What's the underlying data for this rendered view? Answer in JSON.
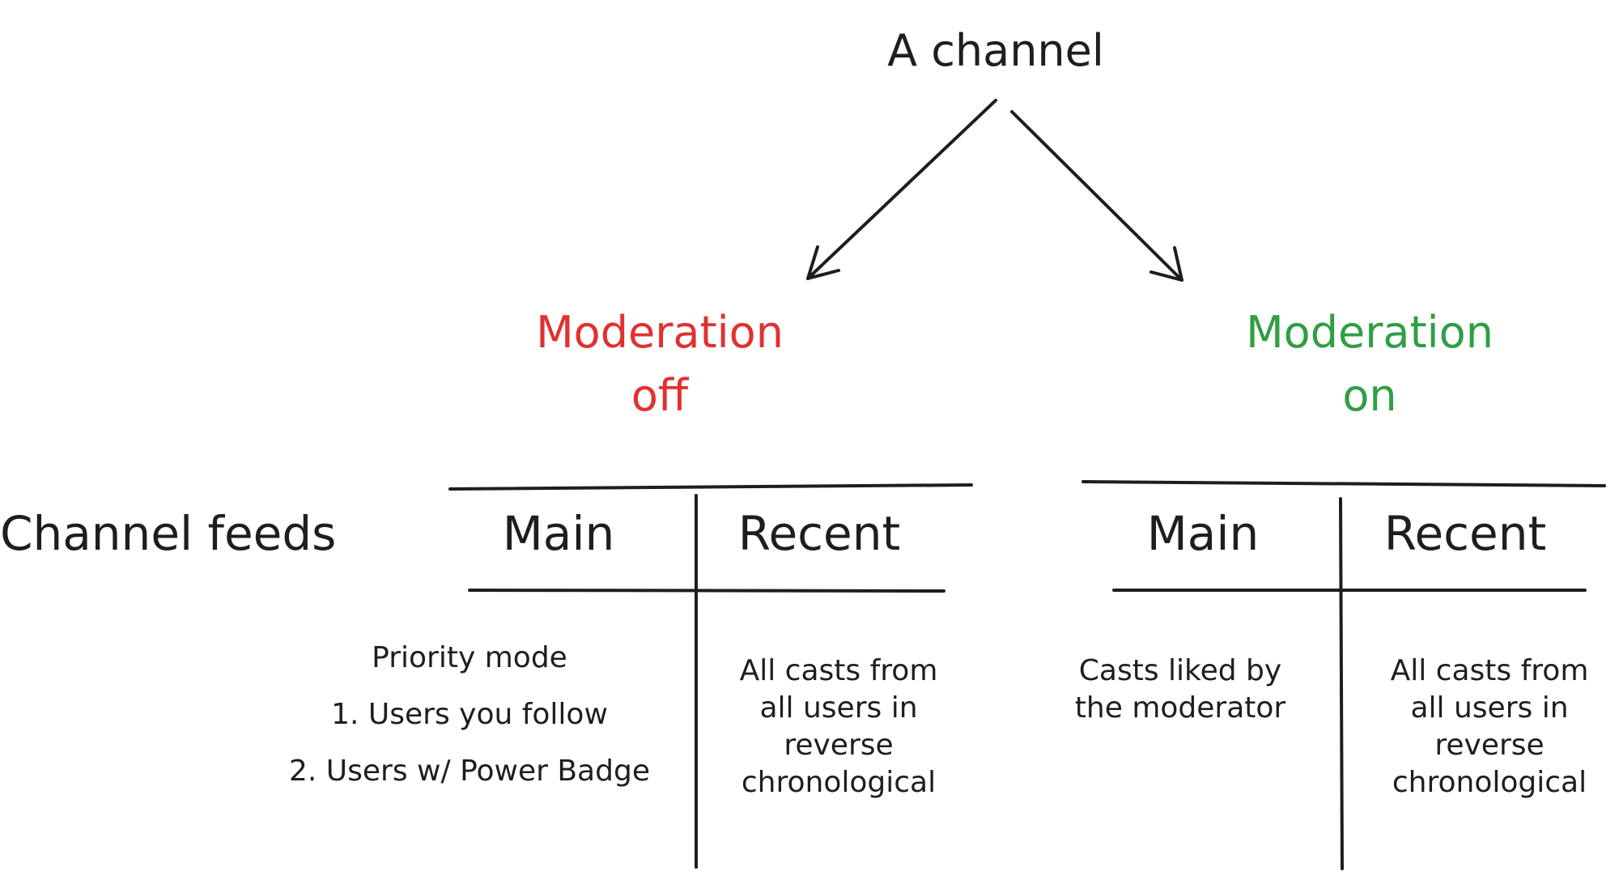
{
  "root": {
    "label": "A channel"
  },
  "branches": [
    {
      "label_line1": "Moderation",
      "label_line2": "off",
      "color": "#e03131"
    },
    {
      "label_line1": "Moderation",
      "label_line2": "on",
      "color": "#2f9e44"
    }
  ],
  "row_label": "Channel feeds",
  "tables": [
    {
      "columns": [
        "Main",
        "Recent"
      ],
      "main_cell": {
        "title": "Priority mode",
        "items": [
          "1. Users you follow",
          "2. Users w/ Power Badge"
        ]
      },
      "recent_cell": [
        "All casts from",
        "all users in",
        "reverse",
        "chronological"
      ]
    },
    {
      "columns": [
        "Main",
        "Recent"
      ],
      "main_cell": [
        "Casts liked by",
        "the moderator"
      ],
      "recent_cell": [
        "All casts from",
        "all users in",
        "reverse",
        "chronological"
      ]
    }
  ]
}
